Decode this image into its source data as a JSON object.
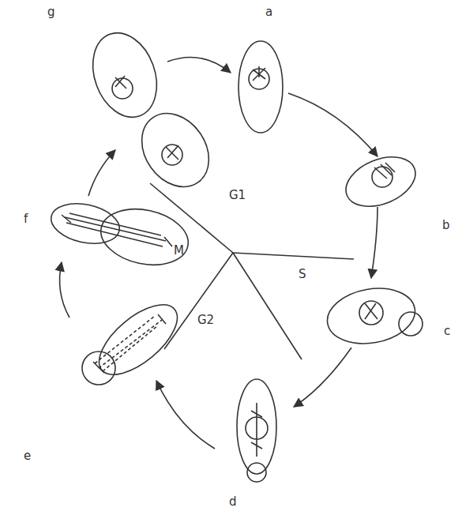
{
  "diagram": {
    "labels": [
      "g",
      "a",
      "b",
      "c",
      "d",
      "e",
      "f",
      "G1",
      "S",
      "G2",
      "M"
    ]
  }
}
